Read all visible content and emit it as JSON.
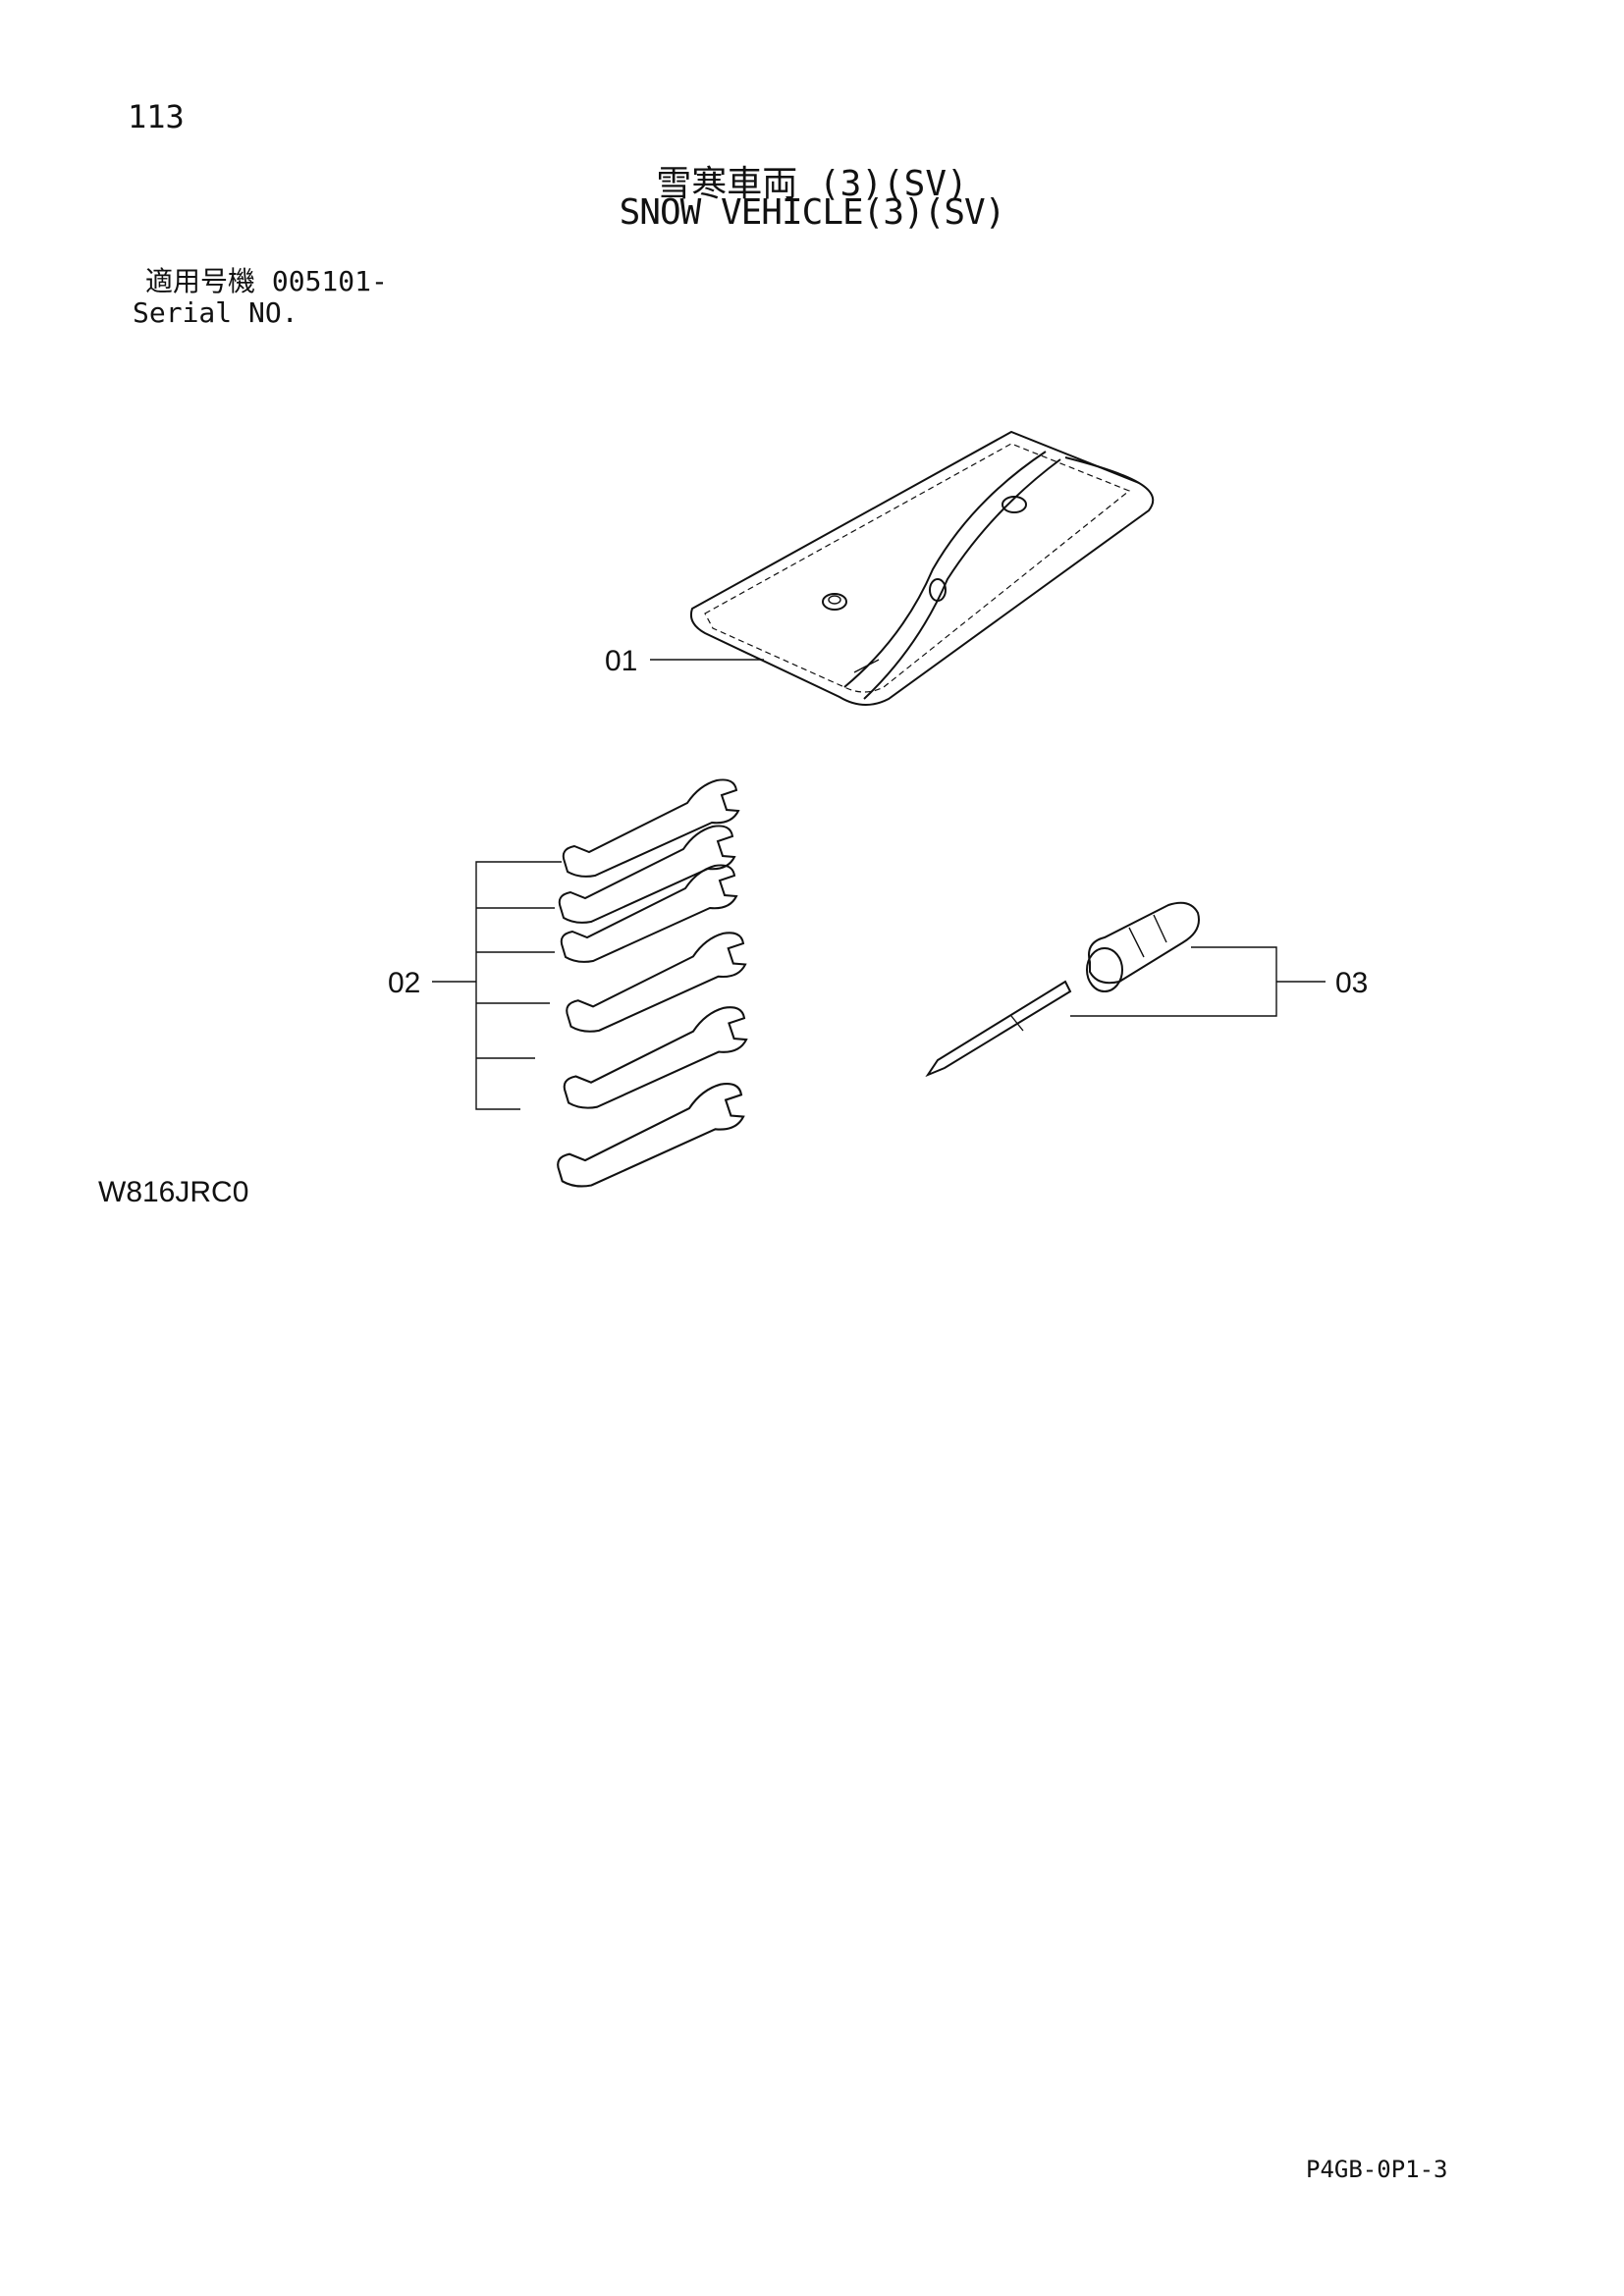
{
  "page": {
    "number": "113",
    "title_jp": "雪寒車両 (3)(SV)",
    "title_en": "SNOW VEHICLE(3)(SV)",
    "serial_label_jp": "適用号機 005101-",
    "serial_label_en": "Serial NO.",
    "figure_code": "W816JRC0",
    "doc_code": "P4GB-0P1-3"
  },
  "parts": [
    {
      "callout": "01"
    },
    {
      "callout": "02"
    },
    {
      "callout": "03"
    }
  ]
}
